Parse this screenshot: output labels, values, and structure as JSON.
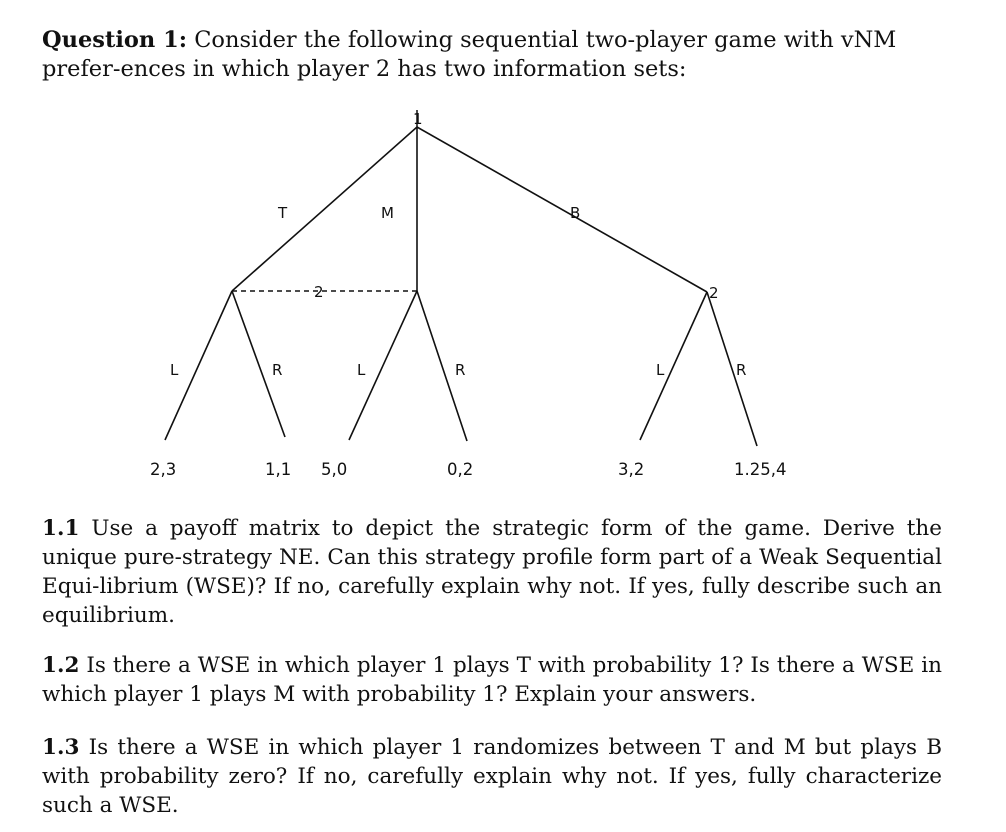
{
  "question": {
    "label": "Question 1:",
    "text": "Consider the following sequential two-player game with vNM prefer-ences in which player 2 has two information sets:"
  },
  "tree": {
    "nodes": {
      "root": "1",
      "info_set_left": "2",
      "right_node": "2"
    },
    "actions_p1": [
      "T",
      "M",
      "B"
    ],
    "actions_p2_left_info_set": {
      "from_T": [
        "L",
        "R"
      ],
      "from_M": [
        "L",
        "R"
      ]
    },
    "actions_p2_right": [
      "L",
      "R"
    ],
    "payoffs": [
      "2,3",
      "1,1",
      "5,0",
      "0,2",
      "3,2",
      "1.25,4"
    ]
  },
  "parts": [
    {
      "num": "1.1",
      "text": "Use a payoff matrix to depict the strategic form of the game. Derive the unique pure-strategy NE. Can this strategy profile form part of a Weak Sequential Equi-librium (WSE)? If no, carefully explain why not. If yes, fully describe such an equilibrium."
    },
    {
      "num": "1.2",
      "text": "Is there a WSE in which player 1 plays T with probability 1? Is there a WSE in which player 1 plays M with probability 1? Explain your answers."
    },
    {
      "num": "1.3",
      "text": "Is there a WSE in which player 1 randomizes between T and M but plays B with probability zero? If no, carefully explain why not. If yes, fully characterize such a WSE."
    }
  ]
}
